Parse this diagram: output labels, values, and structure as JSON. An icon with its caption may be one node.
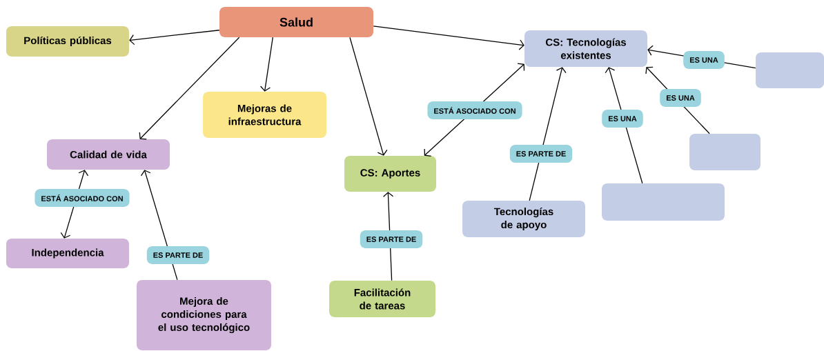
{
  "diagram": {
    "nodes": [
      {
        "text": [
          "Salud"
        ]
      },
      {
        "text": [
          "Políticas públicas"
        ]
      },
      {
        "text": [
          "Mejoras de infraestructura"
        ]
      },
      {
        "text": [
          "Calidad de vida"
        ]
      },
      {
        "text": [
          "CS: Aportes"
        ]
      },
      {
        "text": [
          "CS: Tecnologías existentes"
        ]
      },
      {
        "text": [],
        "shape": "box"
      },
      {
        "text": [],
        "shape": "box"
      },
      {
        "text": [],
        "shape": "box"
      },
      {
        "text": [
          "Tecnologías de apoyo"
        ]
      },
      {
        "text": [
          "Independencia"
        ]
      },
      {
        "text": [
          "Mejora de condiciones para el uso tecnológico"
        ]
      },
      {
        "text": [
          "Facilitación de tareas"
        ]
      }
    ],
    "edges": [
      {
        "from": 0,
        "to": 1,
        "arrow": "to"
      },
      {
        "from": 0,
        "to": 2,
        "arrow": "to"
      },
      {
        "from": 0,
        "to": 3,
        "arrow": "to"
      },
      {
        "from": 0,
        "to": 4,
        "arrow": "to"
      },
      {
        "from": 0,
        "to": 5,
        "arrow": "to"
      },
      {
        "from": 4,
        "to": 5,
        "arrow": "both",
        "label": "ESTÁ ASOCIADO CON"
      },
      {
        "from": 9,
        "to": 5,
        "arrow": "to",
        "label": "ES PARTE DE"
      },
      {
        "from": 8,
        "to": 5,
        "arrow": "to",
        "label": "ES UNA"
      },
      {
        "from": 7,
        "to": 5,
        "arrow": "to",
        "label": "ES UNA"
      },
      {
        "from": 6,
        "to": 5,
        "arrow": "to",
        "label": "ES UNA"
      },
      {
        "from": 3,
        "to": 10,
        "arrow": "both",
        "label": "ESTÁ ASOCIADO CON"
      },
      {
        "from": 11,
        "to": 3,
        "arrow": "to",
        "label": "ES PARTE DE"
      },
      {
        "from": 12,
        "to": 4,
        "arrow": "to",
        "label": "ES PARTE DE"
      }
    ]
  }
}
